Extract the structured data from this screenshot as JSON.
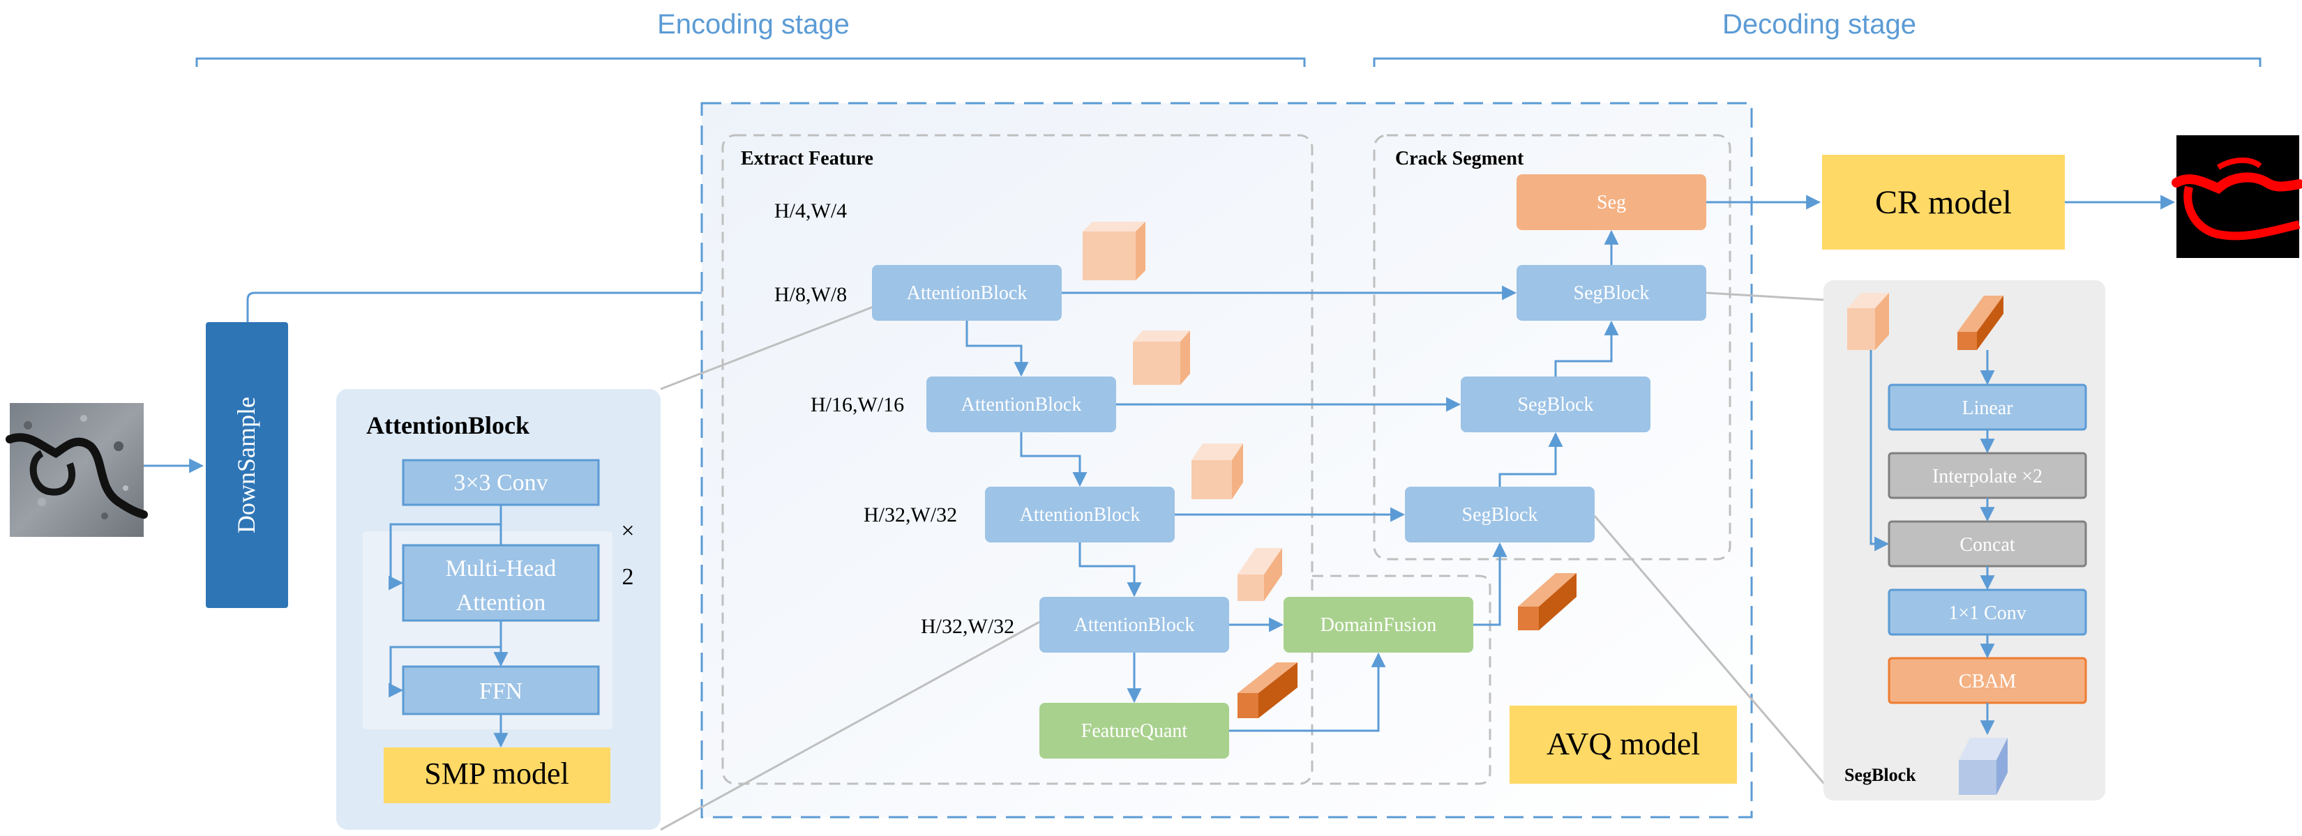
{
  "stages": {
    "encoding": "Encoding stage",
    "decoding": "Decoding stage"
  },
  "input": {
    "downsample": "DownSample"
  },
  "attention_panel": {
    "title": "AttentionBlock",
    "conv": "3×3 Conv",
    "mha_line1": "Multi-Head",
    "mha_line2": "Attention",
    "ffn": "FFN",
    "repeat_symbol": "×",
    "repeat_count": "2",
    "model_label": "SMP model"
  },
  "avq": {
    "extract_title": "Extract Feature",
    "crack_title": "Crack Segment",
    "model_label": "AVQ model",
    "scales": [
      "H/4,W/4",
      "H/8,W/8",
      "H/16,W/16",
      "H/32,W/32",
      "H/32,W/32"
    ],
    "attention_blocks": [
      "AttentionBlock",
      "AttentionBlock",
      "AttentionBlock",
      "AttentionBlock"
    ],
    "feature_quant": "FeatureQuant",
    "domain_fusion": "DomainFusion",
    "seg_blocks": [
      "SegBlock",
      "SegBlock",
      "SegBlock"
    ],
    "seg": "Seg"
  },
  "cr_model": "CR model",
  "segblock_panel": {
    "title": "SegBlock",
    "linear": "Linear",
    "interpolate": "Interpolate ×2",
    "concat": "Concat",
    "conv": "1×1 Conv",
    "cbam": "CBAM"
  },
  "colors": {
    "stage_text": "#5B9BD5",
    "blue_block": "#9DC3E6",
    "blue_block_text": "#ffffff",
    "dark_blue": "#2E75B6",
    "green_block": "#A9D18E",
    "orange_block": "#F4B183",
    "yellow_label": "#FFD966",
    "gray_block": "#BFBFBF",
    "arrow": "#5B9BD5"
  }
}
